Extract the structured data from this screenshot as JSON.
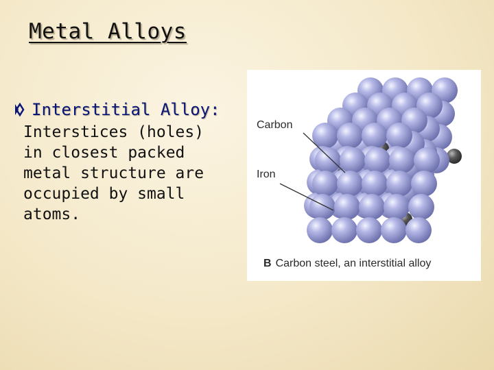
{
  "slide": {
    "title": "Metal Alloys",
    "bullet": {
      "heading": "Interstitial Alloy:",
      "body": "Interstices (holes)\nin closest packed\nmetal structure are\noccupied by small\natoms."
    },
    "figure": {
      "label_carbon": "Carbon",
      "label_iron": "Iron",
      "caption_letter": "B",
      "caption_text": "Carbon steel, an interstitial alloy"
    }
  },
  "colors": {
    "heading": "#0a1678",
    "bullet_icon": "#0a1678",
    "iron_sphere": "#9fa3d6",
    "carbon_sphere": "#555555"
  }
}
